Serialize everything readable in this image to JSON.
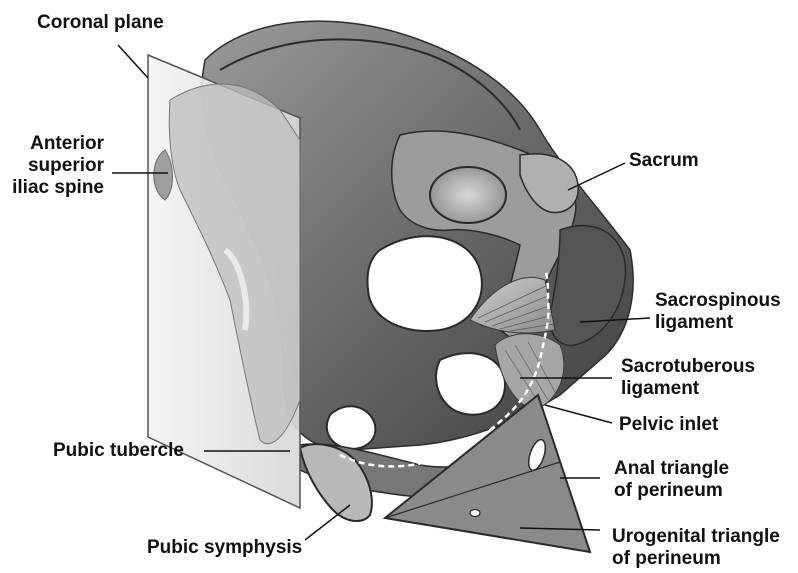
{
  "labels": {
    "coronal_plane": [
      "Coronal plane"
    ],
    "asis": [
      "Anterior",
      "superior",
      "iliac spine"
    ],
    "sacrum": [
      "Sacrum"
    ],
    "sacrospinous": [
      "Sacrospinous",
      "ligament"
    ],
    "sacrotuberous": [
      "Sacrotuberous",
      "ligament"
    ],
    "pelvic_inlet": [
      "Pelvic inlet"
    ],
    "anal_triangle": [
      "Anal triangle",
      "of perineum"
    ],
    "urogenital_triangle": [
      "Urogenital triangle",
      "of perineum"
    ],
    "pubic_tubercle": [
      "Pubic tubercle"
    ],
    "pubic_symphysis": [
      "Pubic symphysis"
    ]
  },
  "colors": {
    "bone": "#6e6e6e",
    "bone_dark": "#3a3a3a",
    "bone_light": "#b5b5b5",
    "plane": "#e6e6e6",
    "text": "#111111"
  }
}
